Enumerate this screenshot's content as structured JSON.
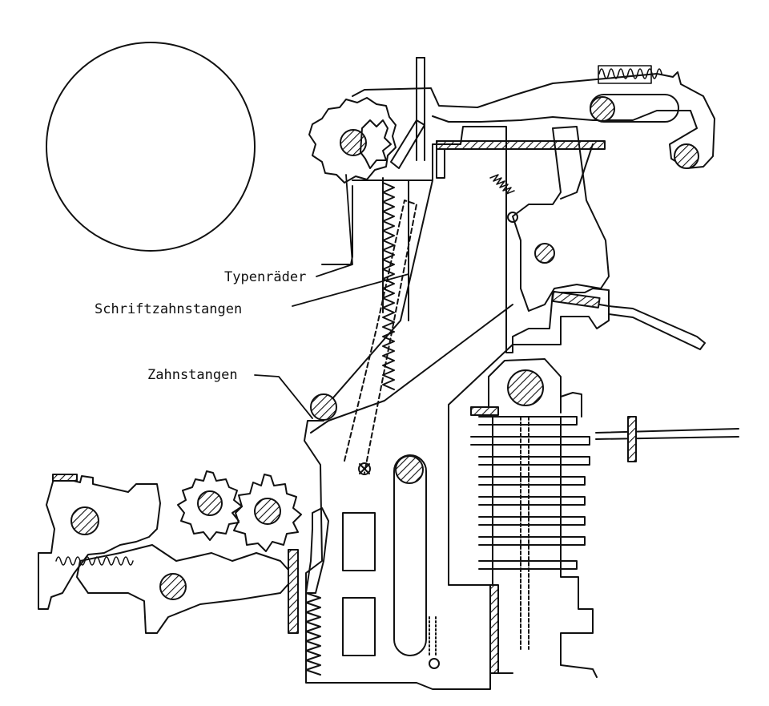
{
  "labels": {
    "typenraeder": "Typenräder",
    "schriftzahnstangen": "Schriftzahnstangen",
    "zahnstangen": "Zahnstangen"
  },
  "colors": {
    "ink": "#111111",
    "paper": "#ffffff"
  }
}
